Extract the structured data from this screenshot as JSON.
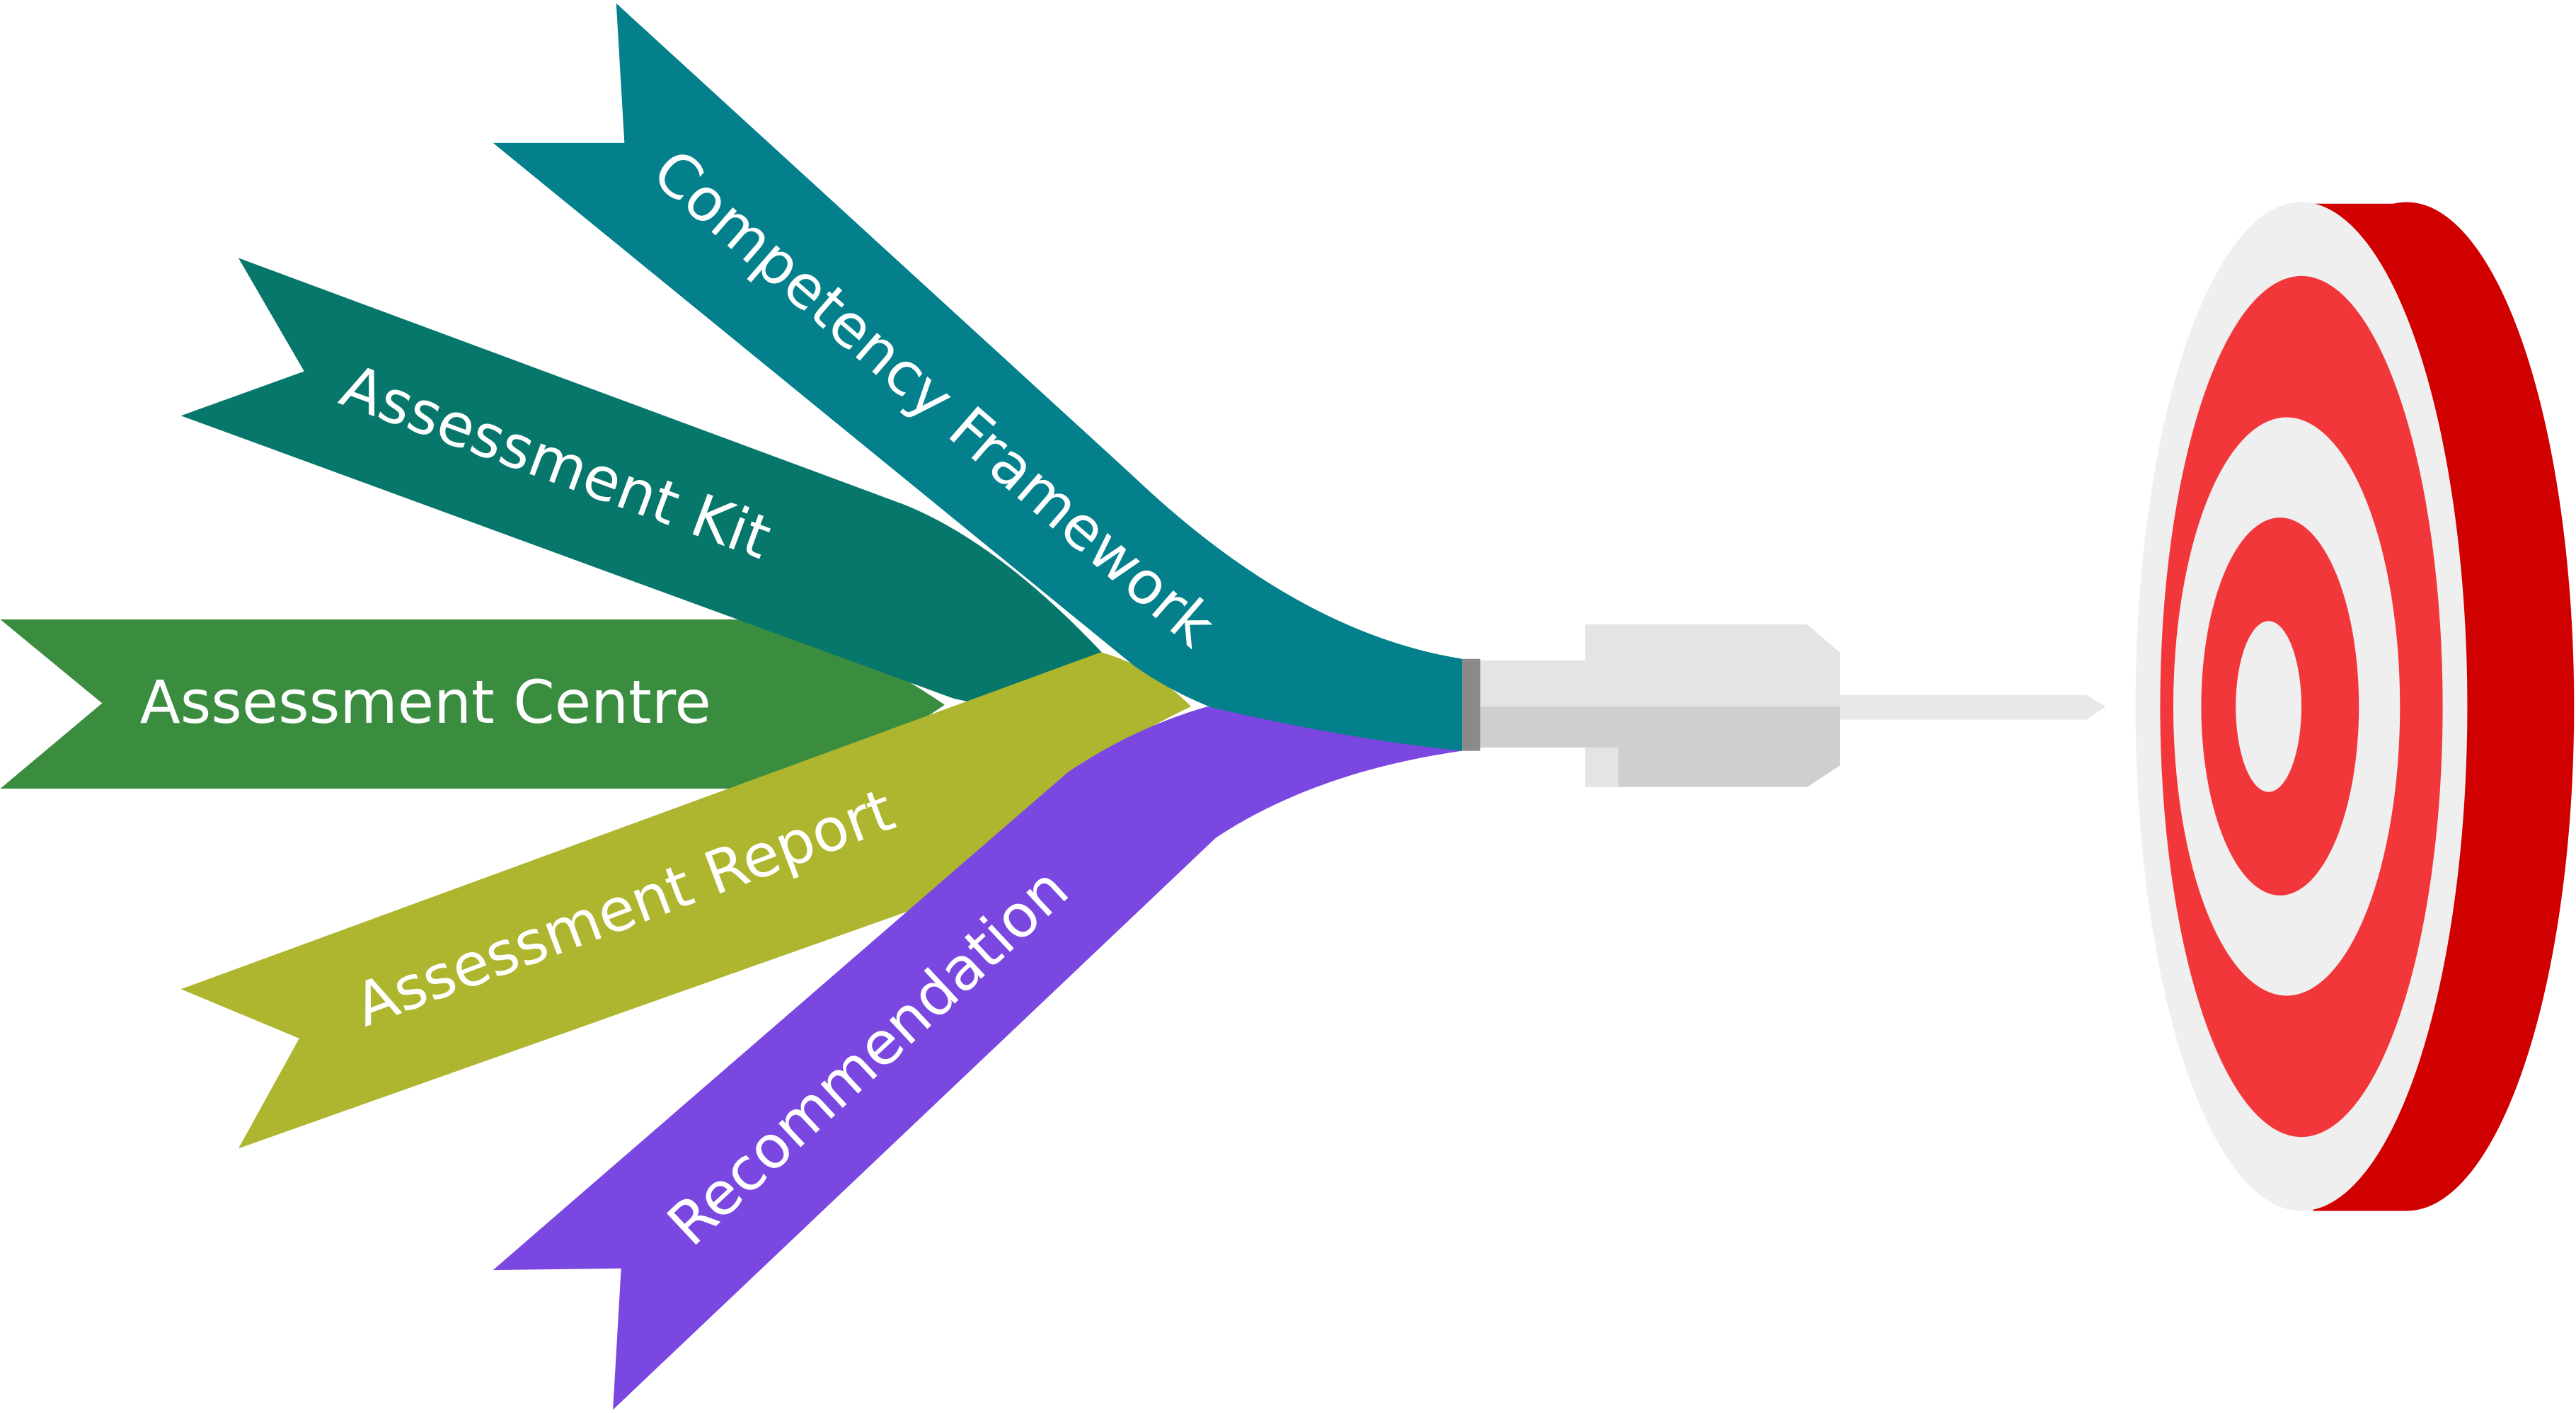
{
  "ribbons": [
    {
      "label": "Competency Framework",
      "color": "#03808C"
    },
    {
      "label": "Assessment Kit",
      "color": "#06776A"
    },
    {
      "label": "Assessment Centre",
      "color": "#3A8C3F"
    },
    {
      "label": "Assessment Report",
      "color": "#AEB52E"
    },
    {
      "label": "Recommendation",
      "color": "#7A48E0"
    }
  ],
  "dart": {
    "collar_color": "#8A8A8A",
    "body_color": "#E4E4E4",
    "shade_color": "#CFCFCF",
    "tip_color": "#E8E8E8"
  },
  "target": {
    "ring_red": "#F2373B",
    "ring_white": "#EFEFEF",
    "side_red": "#D10000"
  }
}
